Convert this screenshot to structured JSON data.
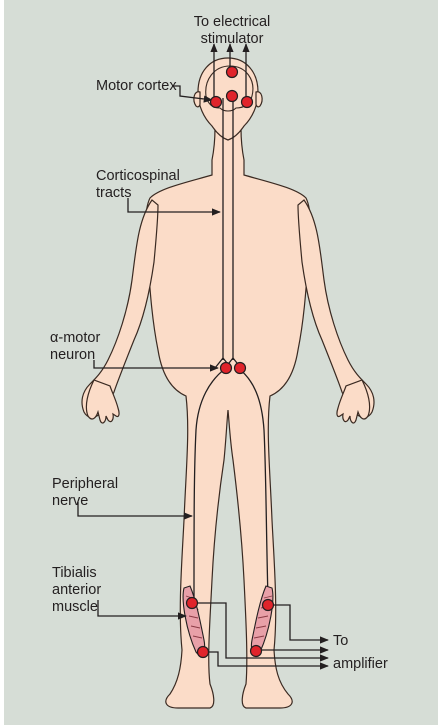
{
  "labels": {
    "stimulator_line1": "To electrical",
    "stimulator_line2": "stimulator",
    "motor_cortex": "Motor cortex",
    "corticospinal_line1": "Corticospinal",
    "corticospinal_line2": "tracts",
    "motor_neuron_line1": "α-motor",
    "motor_neuron_line2": "neuron",
    "peripheral_line1": "Peripheral",
    "peripheral_line2": "nerve",
    "tibialis_line1": "Tibialis",
    "tibialis_line2": "anterior",
    "tibialis_line3": "muscle",
    "to": "To",
    "amplifier": "amplifier"
  },
  "colors": {
    "background": "#d6ddd6",
    "skin": "#fbdcc8",
    "electrode": "#e0242b",
    "muscle": "#e8a0a8"
  }
}
